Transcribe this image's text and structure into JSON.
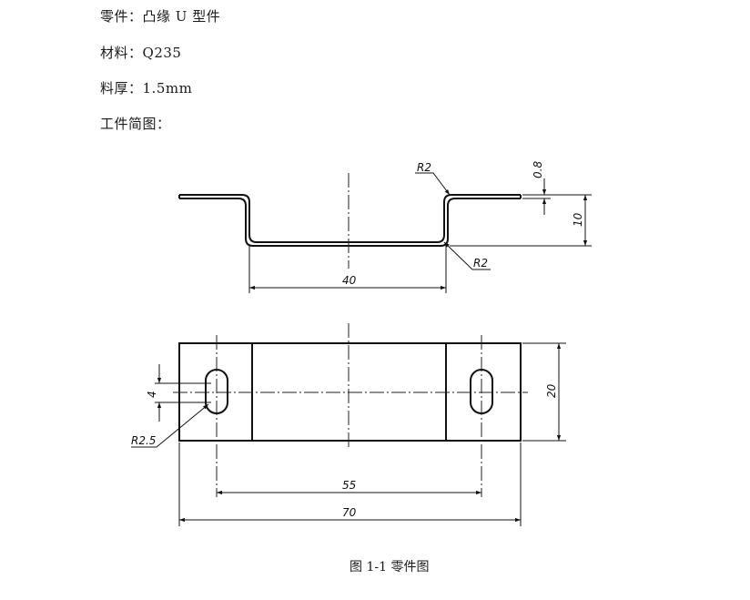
{
  "spec": [
    {
      "label": "零件：",
      "value": "凸缘 U 型件"
    },
    {
      "label": "材料：",
      "value": "Q235"
    },
    {
      "label": "料厚：",
      "value": "1.5mm"
    },
    {
      "label": "工件简图：",
      "value": ""
    }
  ],
  "dims": {
    "r_top": "R2",
    "r_bottom": "R2",
    "thickness": "0.8",
    "height": "10",
    "inner_width": "40",
    "slot_width": "4",
    "slot_radius": "R2.5",
    "part_width": "20",
    "hole_spacing": "55",
    "total_length": "70"
  },
  "caption": "图 1-1  零件图"
}
